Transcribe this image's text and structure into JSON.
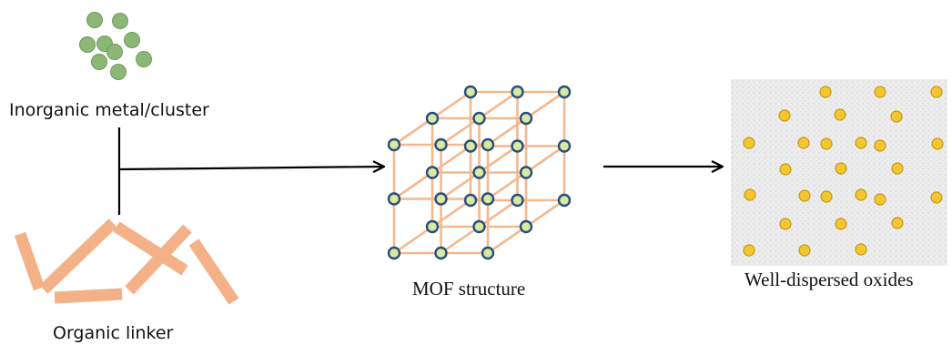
{
  "labels": {
    "metal": "Inorganic metal/cluster",
    "linker": "Organic linker",
    "mof": "MOF structure",
    "oxides": "Well-dispersed oxides"
  },
  "colors": {
    "metal_ball": "#8db776",
    "metal_ball_stroke": "#6e9a5a",
    "linker_stick": "#f4b086",
    "lattice_edge": "#f2b98f",
    "node_fill": "#d9e9a0",
    "node_stroke": "#2b4f7a",
    "oxide_fill": "#f2c531",
    "oxide_stroke": "#c79a12",
    "arrow": "#000000",
    "panel_bg": "#ececec"
  },
  "icons": {
    "metal_cluster": "green-sphere-cluster",
    "linker": "orange-rod-pile",
    "mof": "cubic-lattice",
    "oxides": "dispersed-particle-panel"
  }
}
